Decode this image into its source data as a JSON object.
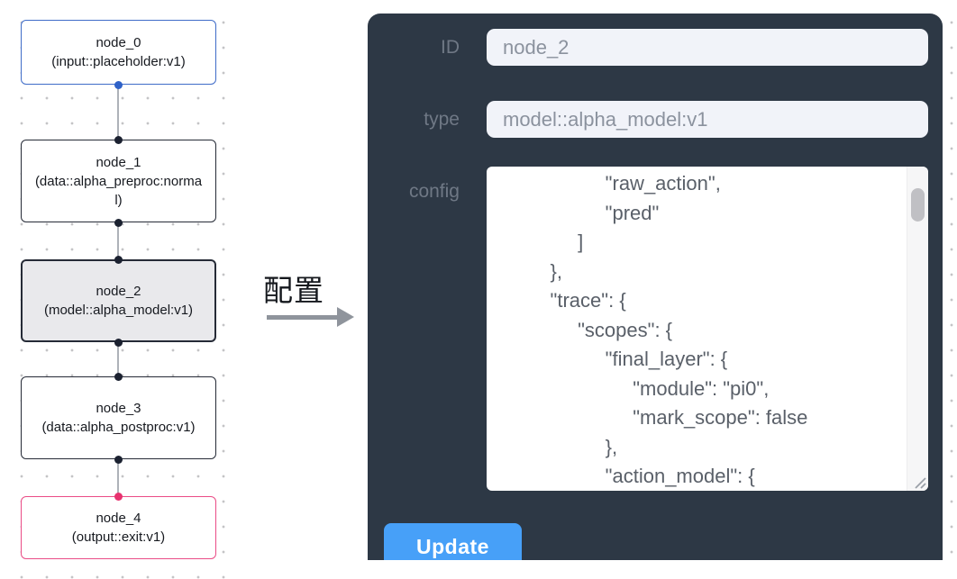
{
  "flow": {
    "nodes": [
      {
        "id": "node_0",
        "label": "node_0\n(input::placeholder:v1)",
        "kind": "input",
        "border_color": "#3f6cc8"
      },
      {
        "id": "node_1",
        "label": "node_1\n(data::alpha_preproc:normal)",
        "kind": "data",
        "border_color": "#262b37"
      },
      {
        "id": "node_2",
        "label": "node_2\n(model::alpha_model:v1)",
        "kind": "model",
        "border_color": "#262b37",
        "selected": true
      },
      {
        "id": "node_3",
        "label": "node_3\n(data::alpha_postproc:v1)",
        "kind": "data",
        "border_color": "#262b37"
      },
      {
        "id": "node_4",
        "label": "node_4\n(output::exit:v1)",
        "kind": "output",
        "border_color": "#ea4c86"
      }
    ]
  },
  "connector": {
    "label": "配置"
  },
  "panel": {
    "fields": {
      "id": {
        "label": "ID",
        "value": "node_2"
      },
      "type": {
        "label": "type",
        "value": "model::alpha_model:v1"
      },
      "config": {
        "label": "config",
        "value": "               \"raw_action\",\n               \"pred\"\n          ]\n     },\n     \"trace\": {\n          \"scopes\": {\n               \"final_layer\": {\n                    \"module\": \"pi0\",\n                    \"mark_scope\": false\n               },\n               \"action_model\": {"
      }
    },
    "update_label": "Update"
  },
  "colors": {
    "panel_bg": "#2d3845",
    "input_bg": "#f1f3f9",
    "update_button_bg": "#47a0f8",
    "input_node_border": "#3f6cc8",
    "output_node_border": "#ea4c86",
    "selected_node_fill": "#e9e9ec",
    "edge": "#aeb2b9",
    "port_dark": "#1b2130",
    "port_blue": "#2f62c8",
    "port_pink": "#e7326f"
  }
}
